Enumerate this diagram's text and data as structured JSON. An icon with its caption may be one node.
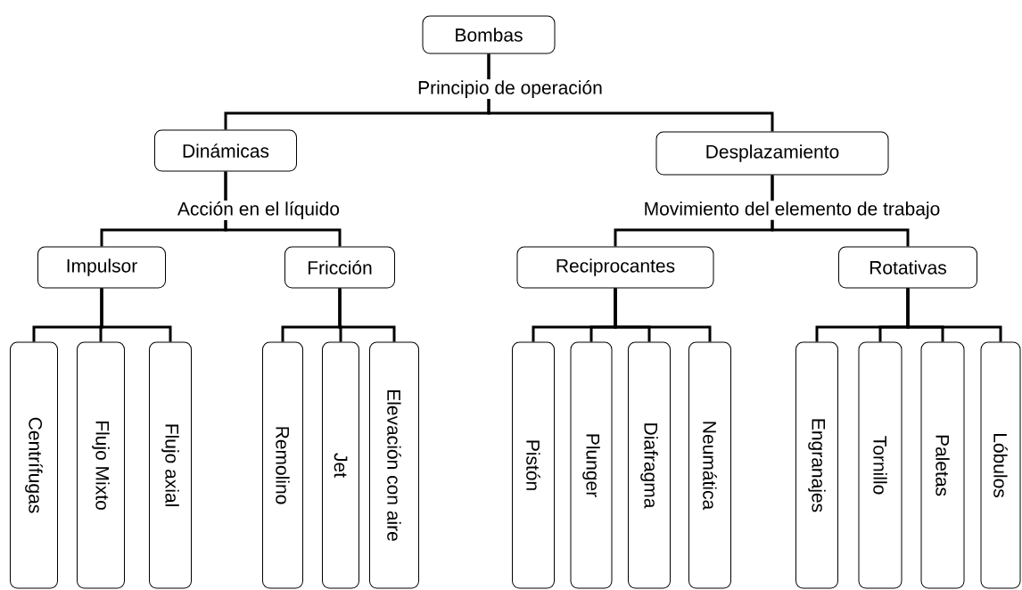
{
  "diagram": {
    "nodes": [
      {
        "text": [
          "Bombas"
        ]
      },
      {
        "text": [
          "Dinámicas"
        ]
      },
      {
        "text": [
          "Desplazamiento"
        ]
      },
      {
        "text": [
          "Impulsor"
        ]
      },
      {
        "text": [
          "Fricción"
        ]
      },
      {
        "text": [
          "Reciprocantes"
        ]
      },
      {
        "text": [
          "Rotativas"
        ]
      },
      {
        "text": [
          "Centrífugas"
        ]
      },
      {
        "text": [
          "Flujo Mixto"
        ]
      },
      {
        "text": [
          "Flujo axial"
        ]
      },
      {
        "text": [
          "Remolino"
        ]
      },
      {
        "text": [
          "Jet"
        ]
      },
      {
        "text": [
          "Elevación con aire"
        ]
      },
      {
        "text": [
          "Pistón"
        ]
      },
      {
        "text": [
          "Plunger"
        ]
      },
      {
        "text": [
          "Diafragma"
        ]
      },
      {
        "text": [
          "Neumática"
        ]
      },
      {
        "text": [
          "Engranajes"
        ]
      },
      {
        "text": [
          "Tornillo"
        ]
      },
      {
        "text": [
          "Paletas"
        ]
      },
      {
        "text": [
          "Lóbulos"
        ]
      }
    ],
    "edges": [
      {
        "from": 0,
        "to": 1,
        "arrow": "none",
        "label": "Principio de operación"
      },
      {
        "from": 0,
        "to": 2,
        "arrow": "none"
      },
      {
        "from": 1,
        "to": 3,
        "arrow": "none",
        "label": "Acción en el líquido"
      },
      {
        "from": 1,
        "to": 4,
        "arrow": "none"
      },
      {
        "from": 2,
        "to": 5,
        "arrow": "none",
        "label": "Movimiento del elemento de trabajo"
      },
      {
        "from": 2,
        "to": 6,
        "arrow": "none"
      },
      {
        "from": 3,
        "to": 7,
        "arrow": "none"
      },
      {
        "from": 3,
        "to": 8,
        "arrow": "none"
      },
      {
        "from": 3,
        "to": 9,
        "arrow": "none"
      },
      {
        "from": 4,
        "to": 10,
        "arrow": "none"
      },
      {
        "from": 4,
        "to": 11,
        "arrow": "none"
      },
      {
        "from": 4,
        "to": 12,
        "arrow": "none"
      },
      {
        "from": 5,
        "to": 13,
        "arrow": "none"
      },
      {
        "from": 5,
        "to": 14,
        "arrow": "none"
      },
      {
        "from": 5,
        "to": 15,
        "arrow": "none"
      },
      {
        "from": 5,
        "to": 16,
        "arrow": "none"
      },
      {
        "from": 6,
        "to": 17,
        "arrow": "none"
      },
      {
        "from": 6,
        "to": 18,
        "arrow": "none"
      },
      {
        "from": 6,
        "to": 19,
        "arrow": "none"
      },
      {
        "from": 6,
        "to": 20,
        "arrow": "none"
      }
    ]
  }
}
